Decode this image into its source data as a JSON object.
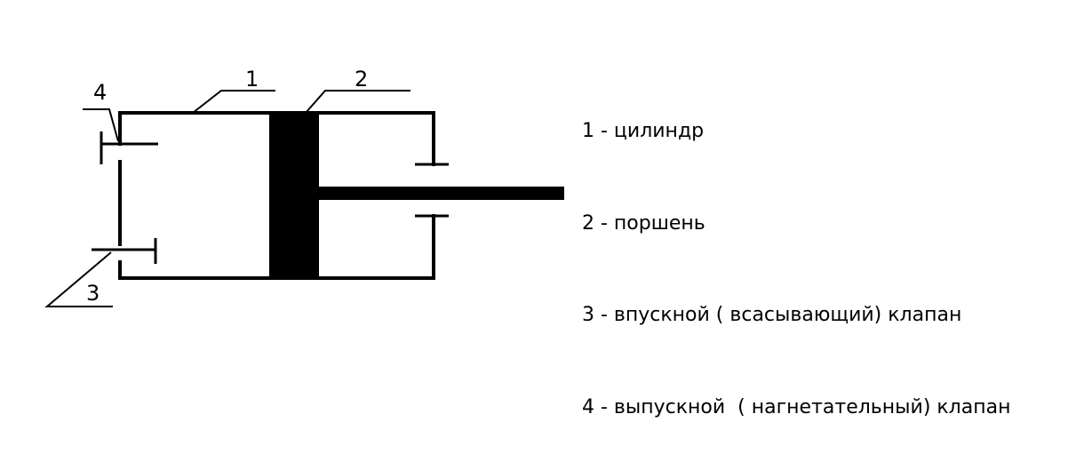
{
  "callouts": {
    "cylinder": "1",
    "piston": "2",
    "intake_valve": "3",
    "exhaust_valve": "4"
  },
  "legend": [
    "1 - цилиндр",
    "2 - поршень",
    "3 - впускной ( всасывающий) клапан",
    "4 - выпускной  ( нагнетательный) клапан"
  ],
  "colors": {
    "stroke": "#000000",
    "background": "#ffffff"
  }
}
